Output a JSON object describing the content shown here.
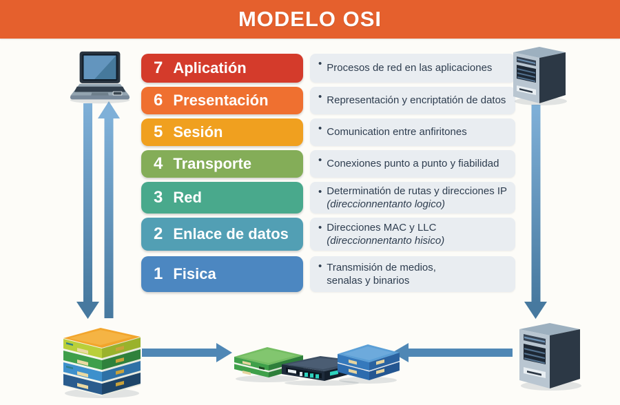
{
  "title": "MODELO OSI",
  "bullet": "•",
  "colors": {
    "banner": "#E5602D",
    "arrow_light": "#7FB0D8",
    "arrow_dark": "#47799F",
    "arrow_flat": "#4F87B5",
    "desc_box_bg": "#E9EDF1",
    "desc_text": "#2E3D4F"
  },
  "layers": [
    {
      "number": "7",
      "name": "Aplicatión",
      "color": "#D43B2B",
      "description": "Procesos de red en las aplicaciones"
    },
    {
      "number": "6",
      "name": "Presentación",
      "color": "#EF7030",
      "description": "Representación y encriptatión de datos"
    },
    {
      "number": "5",
      "name": "Sesión",
      "color": "#F0A01F",
      "description": "Comunication entre anfiritones"
    },
    {
      "number": "4",
      "name": "Transporte",
      "color": "#84AD58",
      "description": "Conexiones punto a punto y fiabilidad"
    },
    {
      "number": "3",
      "name": "Red",
      "color": "#49A98C",
      "description": "Determinatión de rutas y direcciones IP",
      "note": "(direccionnentanto logico)"
    },
    {
      "number": "2",
      "name": "Enlace de datos",
      "color": "#529FB4",
      "description": "Direcciones MAC y LLC",
      "note": "(direccionnentanto hisico)"
    },
    {
      "number": "1",
      "name": "Fisica",
      "color": "#4C87C1",
      "description": "Transmisión de medios,",
      "description_line2": "senalas y binarios"
    }
  ],
  "icons": {
    "top_left": "laptop-computer",
    "top_right": "server-tower",
    "bottom_left": "stacked-network-servers",
    "bottom_center_left": "network-switch-green",
    "bottom_center": "network-router",
    "bottom_center_right": "network-switch-blue",
    "bottom_right": "server-tower"
  }
}
